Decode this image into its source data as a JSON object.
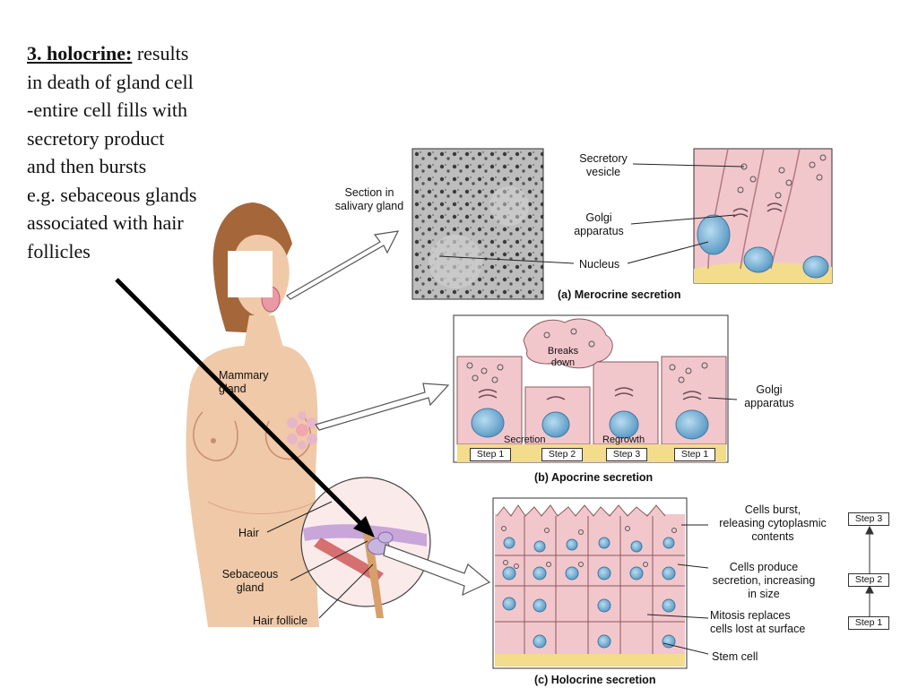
{
  "slide": {
    "heading": "3. holocrine:",
    "lines": [
      " results",
      "in death of gland cell",
      "-entire cell fills with",
      "secretory product",
      "and then bursts",
      "e.g. sebaceous glands",
      "associated with hair",
      "follicles"
    ]
  },
  "figure": {
    "body_labels": {
      "salivary": "Section in\nsalivary gland",
      "mammary": "Mammary\ngland",
      "hair": "Hair",
      "sebaceous": "Sebaceous\ngland",
      "follicle": "Hair follicle"
    },
    "merocrine": {
      "caption": "(a) Merocrine secretion",
      "vesicle": "Secretory\nvesicle",
      "golgi": "Golgi\napparatus",
      "nucleus": "Nucleus"
    },
    "apocrine": {
      "caption": "(b) Apocrine secretion",
      "breaks": "Breaks\ndown",
      "golgi": "Golgi\napparatus",
      "secretion": "Secretion",
      "regrowth": "Regrowth",
      "steps": [
        "Step 1",
        "Step 2",
        "Step 3",
        "Step 1"
      ]
    },
    "holocrine": {
      "caption": "(c) Holocrine secretion",
      "burst": "Cells burst,\nreleasing cytoplasmic\ncontents",
      "produce": "Cells produce\nsecretion, increasing\nin size",
      "mitosis": "Mitosis replaces\ncells lost at surface",
      "stem": "Stem cell",
      "steps": [
        "Step 3",
        "Step 2",
        "Step 1"
      ]
    }
  },
  "colors": {
    "cell_pink": "#f2c7cc",
    "nucleus_blue": "#7fb6d8",
    "basement_yellow": "#f3dc8c",
    "skin": "#f0c9a8",
    "hair": "#a5663a"
  }
}
